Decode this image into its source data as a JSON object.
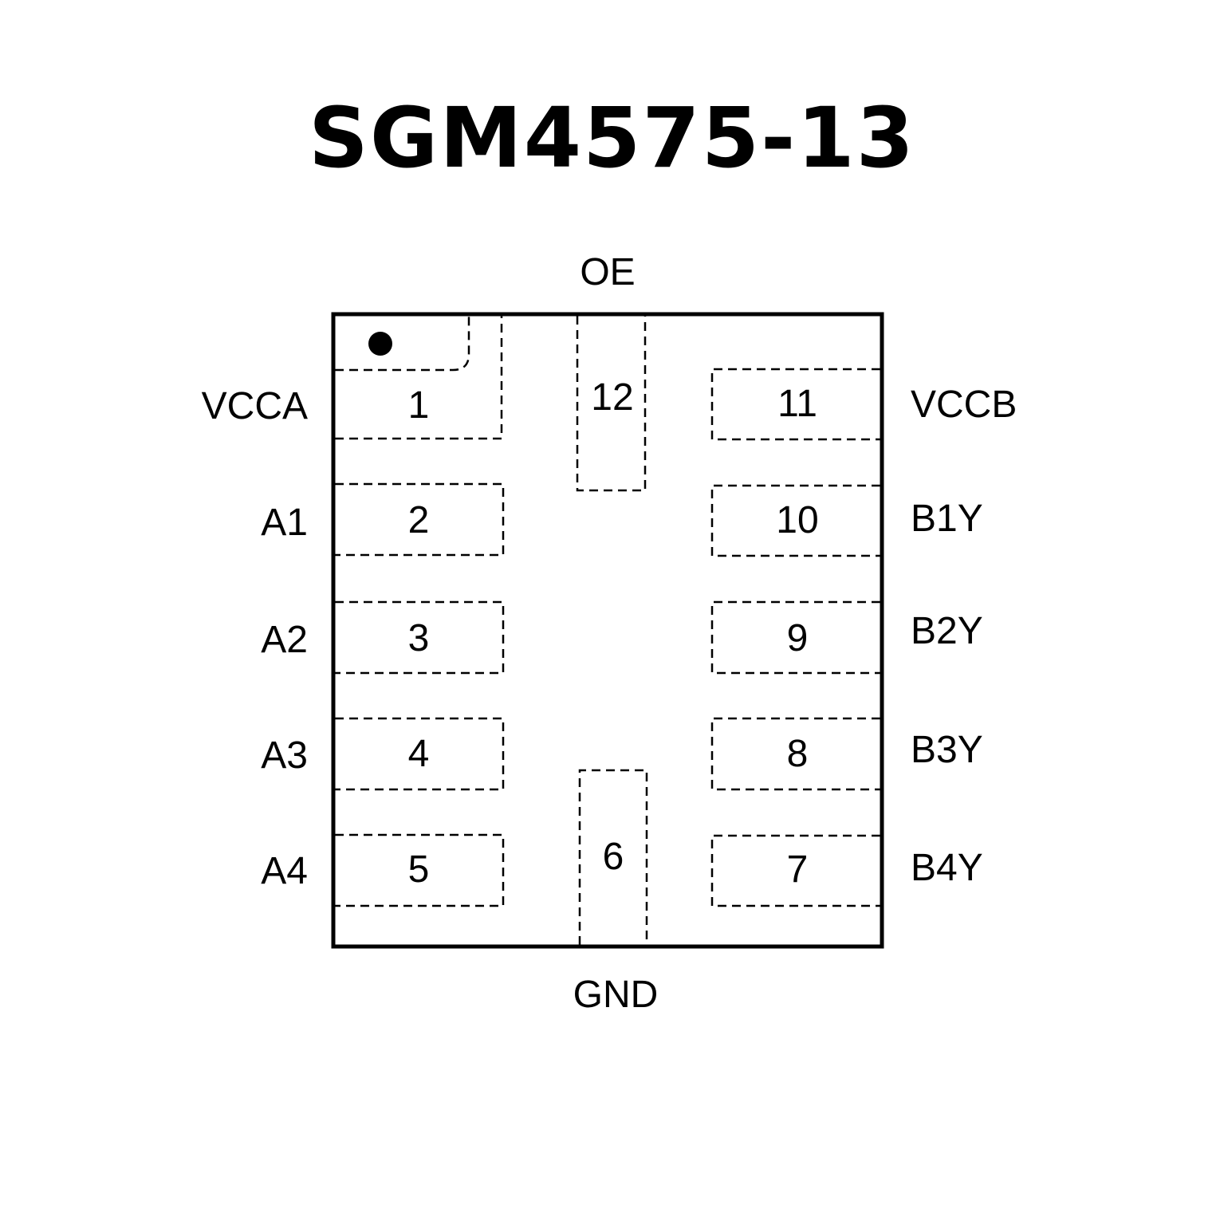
{
  "title": "SGM4575-13",
  "package": {
    "pin1_marker": "dot",
    "pins": [
      {
        "number": "1",
        "name": "VCCA",
        "side": "left"
      },
      {
        "number": "2",
        "name": "A1",
        "side": "left"
      },
      {
        "number": "3",
        "name": "A2",
        "side": "left"
      },
      {
        "number": "4",
        "name": "A3",
        "side": "left"
      },
      {
        "number": "5",
        "name": "A4",
        "side": "left"
      },
      {
        "number": "6",
        "name": "GND",
        "side": "bottom"
      },
      {
        "number": "7",
        "name": "B4Y",
        "side": "right"
      },
      {
        "number": "8",
        "name": "B3Y",
        "side": "right"
      },
      {
        "number": "9",
        "name": "B2Y",
        "side": "right"
      },
      {
        "number": "10",
        "name": "B1Y",
        "side": "right"
      },
      {
        "number": "11",
        "name": "VCCB",
        "side": "right"
      },
      {
        "number": "12",
        "name": "OE",
        "side": "top"
      }
    ]
  }
}
